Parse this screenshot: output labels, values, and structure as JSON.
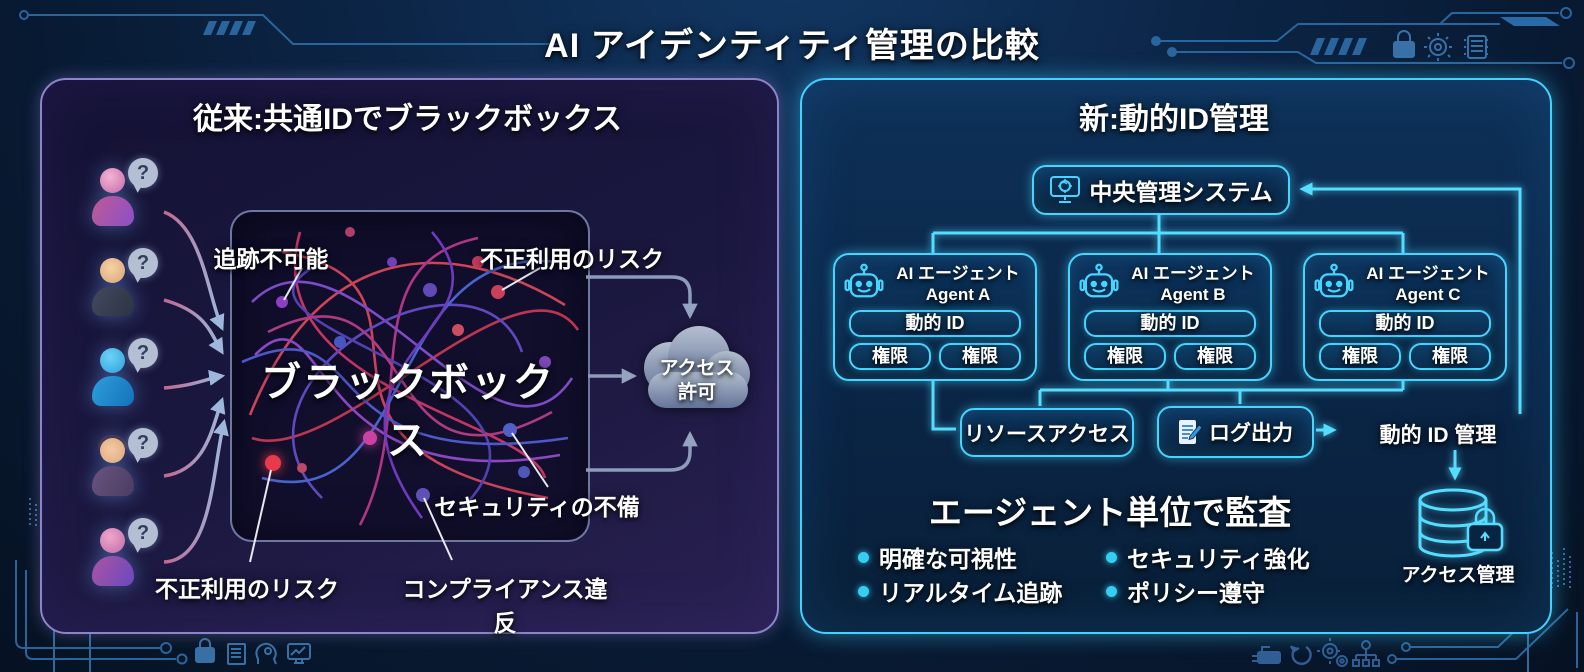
{
  "title": "AI アイデンティティ管理の比較",
  "colors": {
    "accent_cyan": "#45d5ff",
    "accent_purple": "#8d84c9",
    "risk_red": "#e8465a",
    "tangle_purple": "#8a52d6",
    "tangle_blue": "#4f6ee0",
    "cloud_gray": "#8c9cba",
    "background_navy": "#0a2444"
  },
  "icons": {
    "question_bubble": "?",
    "central_system": "monitor-circuit-icon",
    "agent": "robot-icon",
    "log_output": "document-edit-icon",
    "access_storage": "database-lock-icon",
    "cloud": "cloud-icon"
  },
  "left_panel": {
    "title": "従来:共通IDでブラックボックス",
    "blackbox_label": "ブラックボックス",
    "question_mark": "?",
    "callouts": {
      "untraceable": "追跡不可能",
      "misuse_risk_top": "不正利用のリスク",
      "security_flaw": "セキュリティの不備",
      "misuse_risk_bottom": "不正利用のリスク",
      "compliance_violation": "コンプライアンス違反"
    },
    "cloud": {
      "line1": "アクセス",
      "line2": "許可"
    }
  },
  "right_panel": {
    "title": "新:動的ID管理",
    "central_system_label": "中央管理システム",
    "agents": [
      {
        "type_label": "AI エージェント",
        "name": "Agent A",
        "dynamic_id_label": "動的 ID",
        "permission_left": "権限",
        "permission_right": "権限"
      },
      {
        "type_label": "AI エージェント",
        "name": "Agent B",
        "dynamic_id_label": "動的 ID",
        "permission_left": "権限",
        "permission_right": "権限"
      },
      {
        "type_label": "AI エージェント",
        "name": "Agent C",
        "dynamic_id_label": "動的 ID",
        "permission_left": "権限",
        "permission_right": "権限"
      }
    ],
    "resource_access_label": "リソースアクセス",
    "log_output_label": "ログ出力",
    "dynamic_id_management_label": "動的 ID 管理",
    "audit_heading": "エージェント単位で監査",
    "audit_bullets": [
      "明確な可視性",
      "リアルタイム追跡",
      "セキュリティ強化",
      "ポリシー遵守"
    ],
    "access_management_label": "アクセス管理"
  }
}
